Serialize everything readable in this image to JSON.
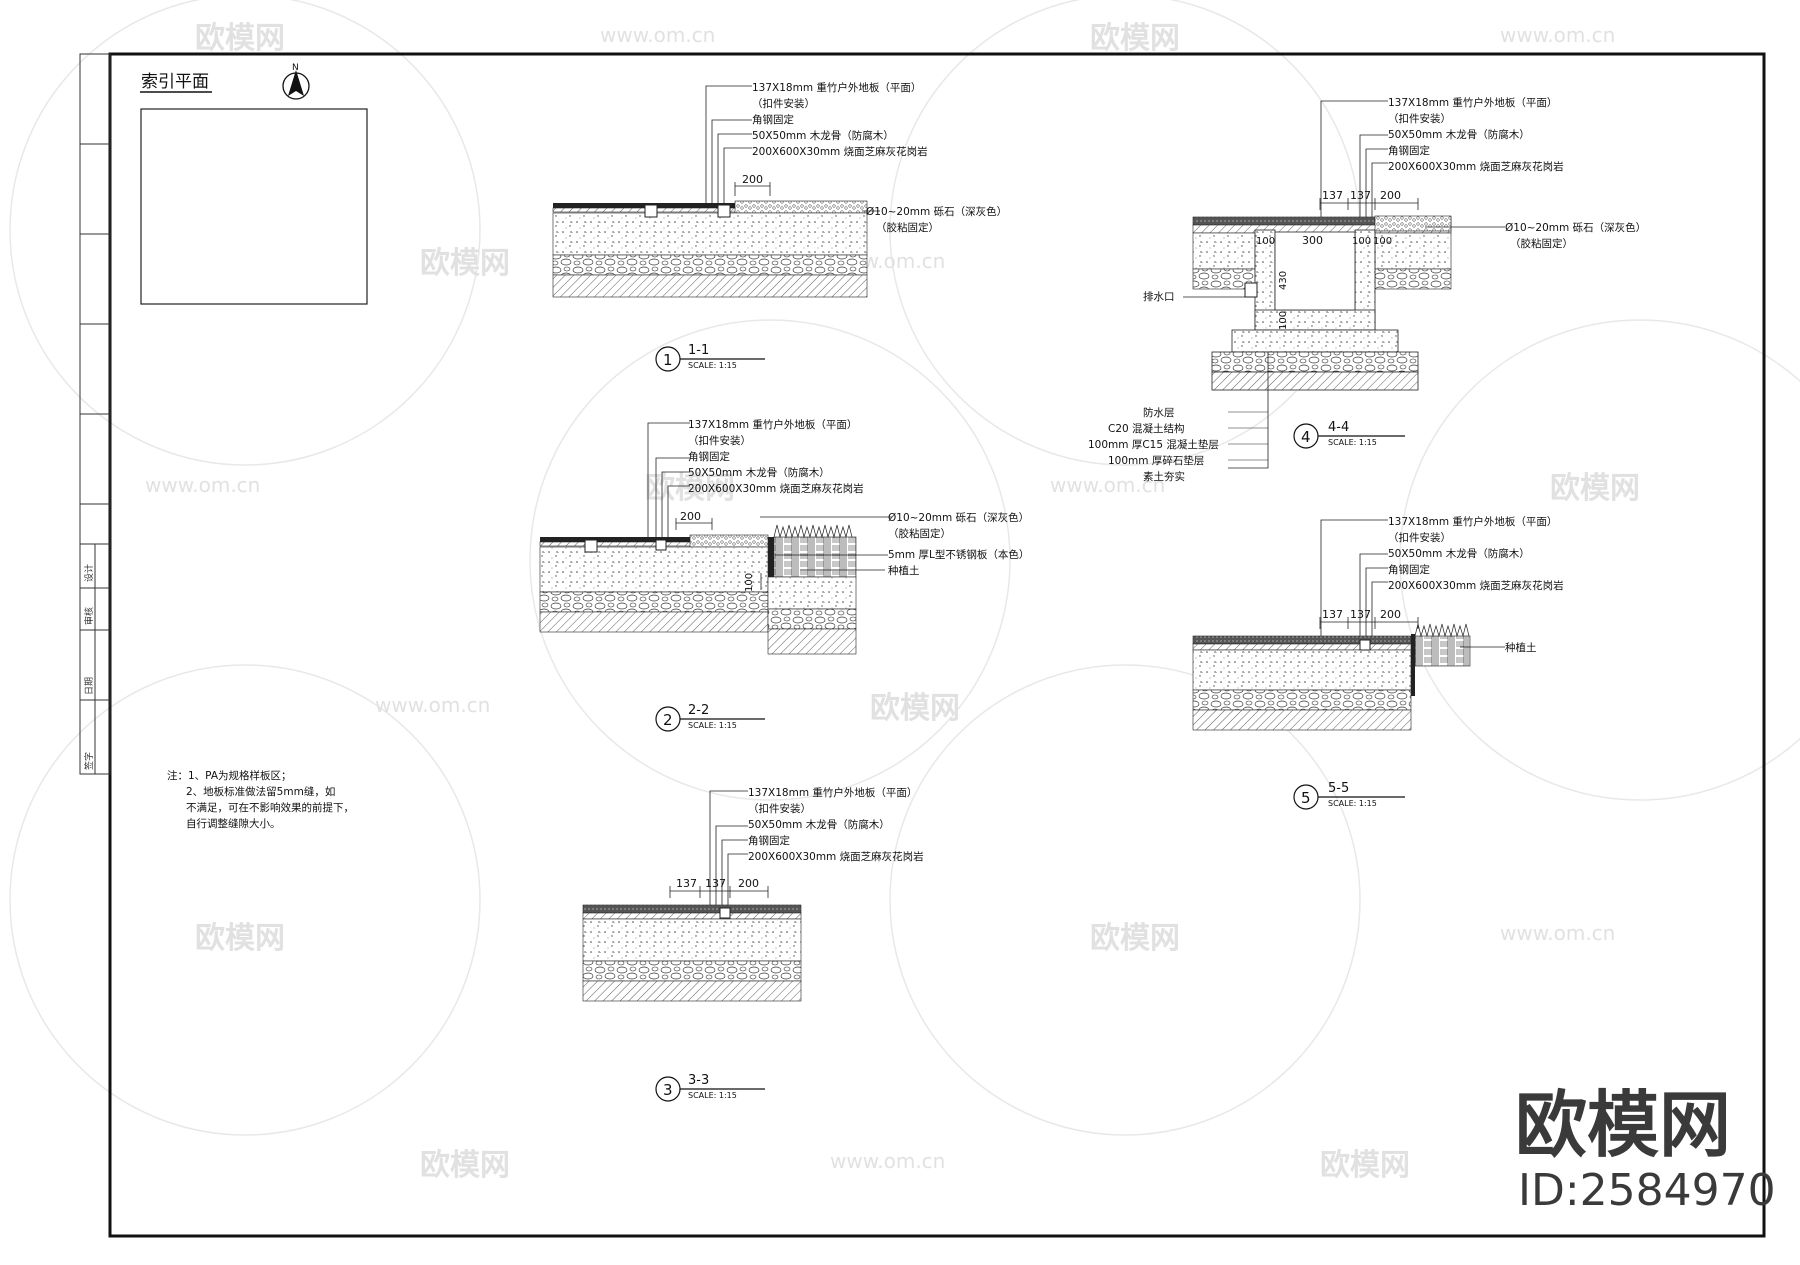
{
  "index_plan": {
    "title": "索引平面",
    "north_label": "N"
  },
  "notes": [
    "注：1、PA为规格样板区；",
    "2、地板标准做法留5mm缝，如",
    "不满足，可在不影响效果的前提下，",
    "自行调整缝隙大小。"
  ],
  "title_strip": [
    "签字",
    "日期",
    "审核",
    "设计"
  ],
  "sections": [
    {
      "id": "s1",
      "num": "1",
      "name": "1-1",
      "scale": "SCALE:  1:15",
      "callouts": [
        "137X18mm 重竹户外地板（平面）",
        "（扣件安装）",
        "角钢固定",
        "50X50mm 木龙骨（防腐木）",
        "200X600X30mm 烧面芝麻灰花岗岩"
      ],
      "side_callouts": [
        "Ø10~20mm 砾石（深灰色）",
        "（胶粘固定）"
      ],
      "dims": [
        "200"
      ]
    },
    {
      "id": "s2",
      "num": "2",
      "name": "2-2",
      "scale": "SCALE:  1:15",
      "callouts": [
        "137X18mm 重竹户外地板（平面）",
        "（扣件安装）",
        "角钢固定",
        "50X50mm 木龙骨（防腐木）",
        "200X600X30mm 烧面芝麻灰花岗岩"
      ],
      "side_callouts": [
        "Ø10~20mm 砾石（深灰色）",
        "（胶粘固定）",
        "5mm 厚L型不锈钢板（本色）",
        "种植土"
      ],
      "dims": [
        "200",
        "100"
      ]
    },
    {
      "id": "s3",
      "num": "3",
      "name": "3-3",
      "scale": "SCALE:  1:15",
      "callouts": [
        "137X18mm 重竹户外地板（平面）",
        "（扣件安装）",
        "50X50mm 木龙骨（防腐木）",
        "角钢固定",
        "200X600X30mm 烧面芝麻灰花岗岩"
      ],
      "side_callouts": [],
      "dims": [
        "137",
        "137",
        "200"
      ]
    },
    {
      "id": "s4",
      "num": "4",
      "name": "4-4",
      "scale": "SCALE:  1:15",
      "callouts": [
        "137X18mm 重竹户外地板（平面）",
        "（扣件安装）",
        "50X50mm 木龙骨（防腐木）",
        "角钢固定",
        "200X600X30mm 烧面芝麻灰花岗岩"
      ],
      "side_callouts": [
        "Ø10~20mm 砾石（深灰色）",
        "（胶粘固定）",
        "排水口"
      ],
      "layer_callouts": [
        "防水层",
        "C20 混凝土结构",
        "100mm 厚C15 混凝土垫层",
        "100mm 厚碎石垫层",
        "素土夯实"
      ],
      "dims": [
        "137",
        "137",
        "200",
        "100",
        "300",
        "100",
        "100",
        "430",
        "100"
      ]
    },
    {
      "id": "s5",
      "num": "5",
      "name": "5-5",
      "scale": "SCALE:  1:15",
      "callouts": [
        "137X18mm 重竹户外地板（平面）",
        "（扣件安装）",
        "50X50mm 木龙骨（防腐木）",
        "角钢固定",
        "200X600X30mm 烧面芝麻灰花岗岩"
      ],
      "side_callouts": [
        "种植土"
      ],
      "dims": [
        "137",
        "137",
        "200"
      ]
    }
  ],
  "watermark": {
    "brand": "欧模网",
    "url": "www.om.cn",
    "id_label": "ID:2584970"
  }
}
